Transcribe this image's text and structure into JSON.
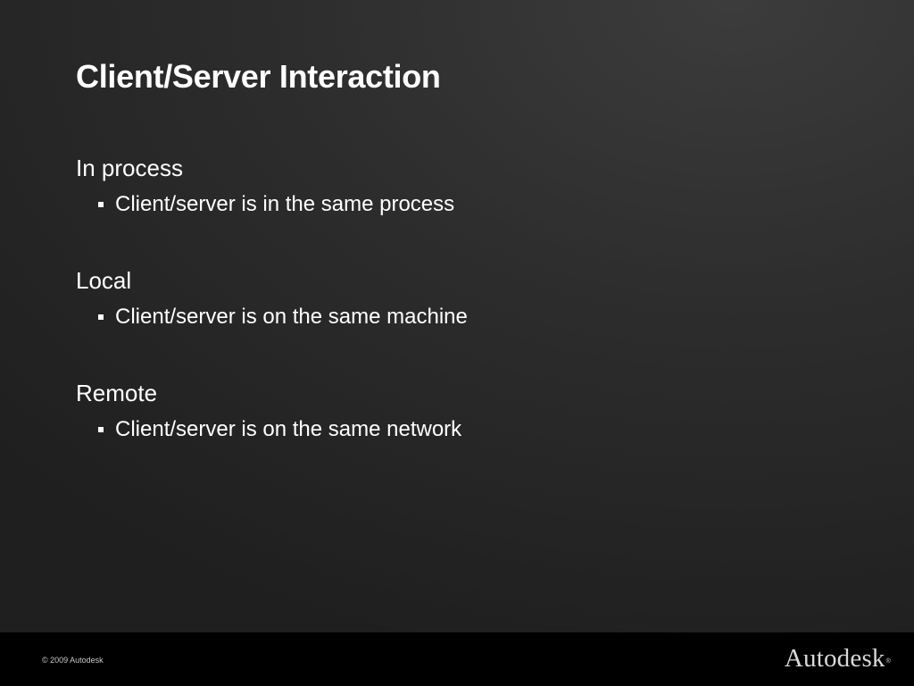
{
  "slide": {
    "title": "Client/Server Interaction",
    "sections": [
      {
        "heading": "In process",
        "bullet": "Client/server is in the same process"
      },
      {
        "heading": "Local",
        "bullet": "Client/server is on the same machine"
      },
      {
        "heading": "Remote",
        "bullet": "Client/server is on the same network"
      }
    ]
  },
  "footer": {
    "copyright": "© 2009 Autodesk",
    "logo_text": "Autodesk",
    "logo_mark": "®"
  },
  "colors": {
    "background_dark": "#2d2d2d",
    "footer_bar": "#000000",
    "text": "#ffffff"
  }
}
